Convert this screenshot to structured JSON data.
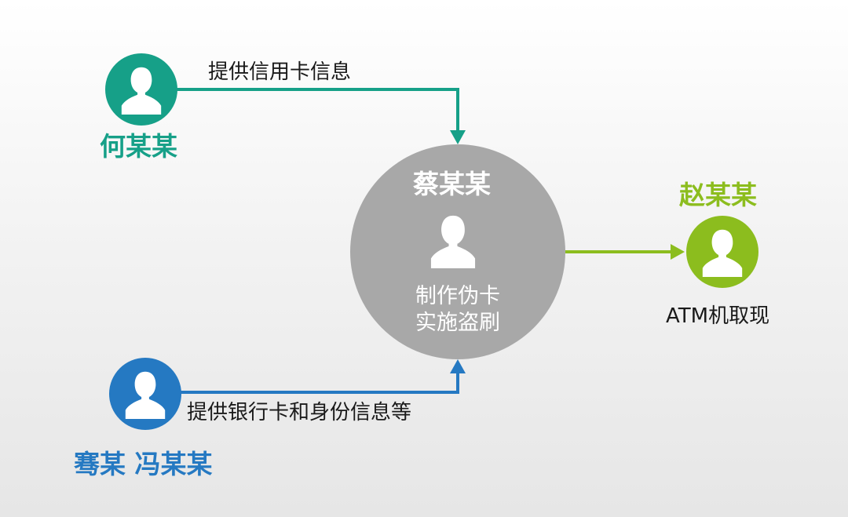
{
  "colors": {
    "teal": "#16a088",
    "blue": "#2579c2",
    "green": "#8cbd1e",
    "gray": "#a8a8a8",
    "white": "#ffffff"
  },
  "nodes": {
    "he": {
      "name": "何某某",
      "icon": "person-icon"
    },
    "jian_feng": {
      "name": "骞某 冯某某",
      "icon": "person-icon"
    },
    "cai": {
      "name": "蔡某某",
      "icon": "person-icon",
      "role_line1": "制作伪卡",
      "role_line2": "实施盗刷"
    },
    "zhao": {
      "name": "赵某某",
      "icon": "person-icon",
      "action": "ATM机取现"
    }
  },
  "edges": {
    "he_to_cai": "提供信用卡信息",
    "jian_feng_to_cai": "提供银行卡和身份信息等"
  }
}
